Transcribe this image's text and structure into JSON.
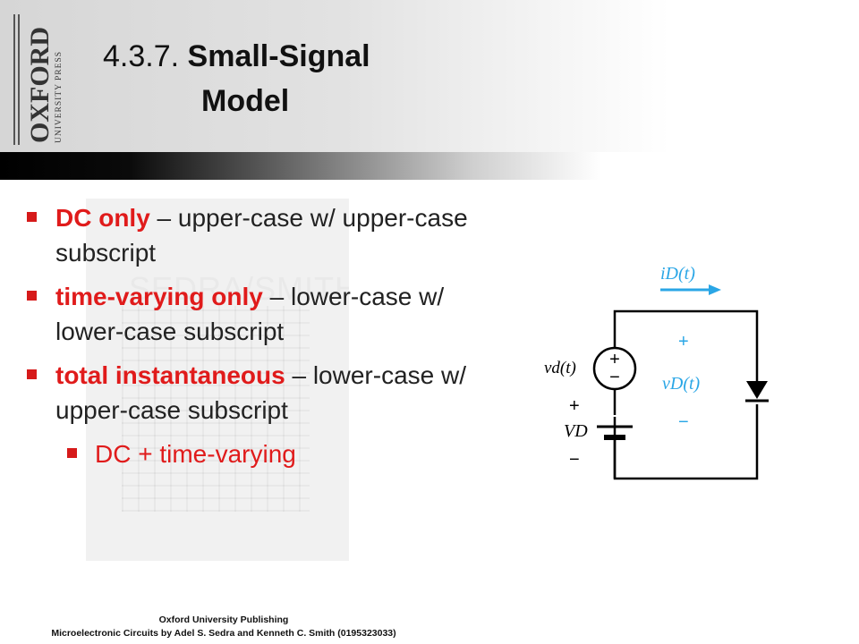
{
  "logo": {
    "brand": "OXFORD",
    "sub": "UNIVERSITY PRESS"
  },
  "title": {
    "number": "4.3.7.",
    "bold_line1": "Small-Signal",
    "bold_line2": "Model"
  },
  "book": {
    "cover_text": "SEDRA/SMITH"
  },
  "bullets": [
    {
      "red": "DC only",
      "rest": " – upper-case  w/ upper-case subscript"
    },
    {
      "red": "time-varying only",
      "rest": " – lower-case w/ lower-case subscript"
    },
    {
      "red": "total instantaneous",
      "rest": " – lower-case w/ upper-case subscript"
    }
  ],
  "sub_bullet": "DC + time-varying",
  "circuit": {
    "current_label": "iD(t)",
    "source_label": "vd(t)",
    "dc_label": "VD",
    "diode_voltage_label": "vD(t)",
    "plus": "+",
    "minus": "−",
    "accent_color": "#2aa6e6"
  },
  "footer": {
    "line1": "Oxford University Publishing",
    "line2": "Microelectronic Circuits by Adel S. Sedra and Kenneth C. Smith (0195323033)"
  }
}
